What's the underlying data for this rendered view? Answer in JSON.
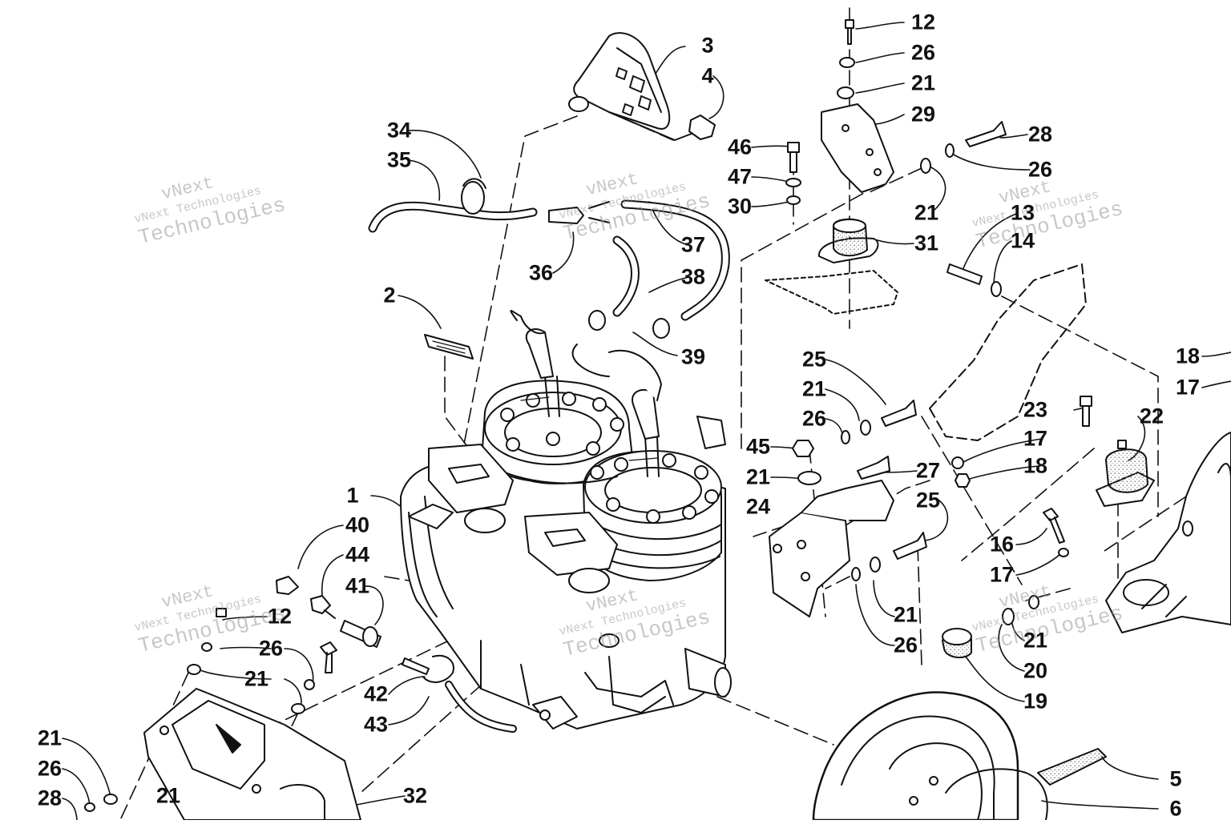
{
  "callouts": [
    "1",
    "2",
    "3",
    "4",
    "5",
    "6",
    "12",
    "13",
    "14",
    "16",
    "17",
    "18",
    "19",
    "20",
    "21",
    "22",
    "23",
    "24",
    "25",
    "26",
    "27",
    "28",
    "29",
    "30",
    "31",
    "32",
    "34",
    "35",
    "36",
    "37",
    "38",
    "39",
    "40",
    "41",
    "42",
    "43",
    "44",
    "45",
    "46",
    "47"
  ],
  "watermark": {
    "line_a": "vNext",
    "line_b": "vNext Technologies",
    "line_c": "Technologies"
  },
  "colors": {
    "ink": "#111111",
    "watermark": "#9a9a9a",
    "stipple": "#777777"
  }
}
